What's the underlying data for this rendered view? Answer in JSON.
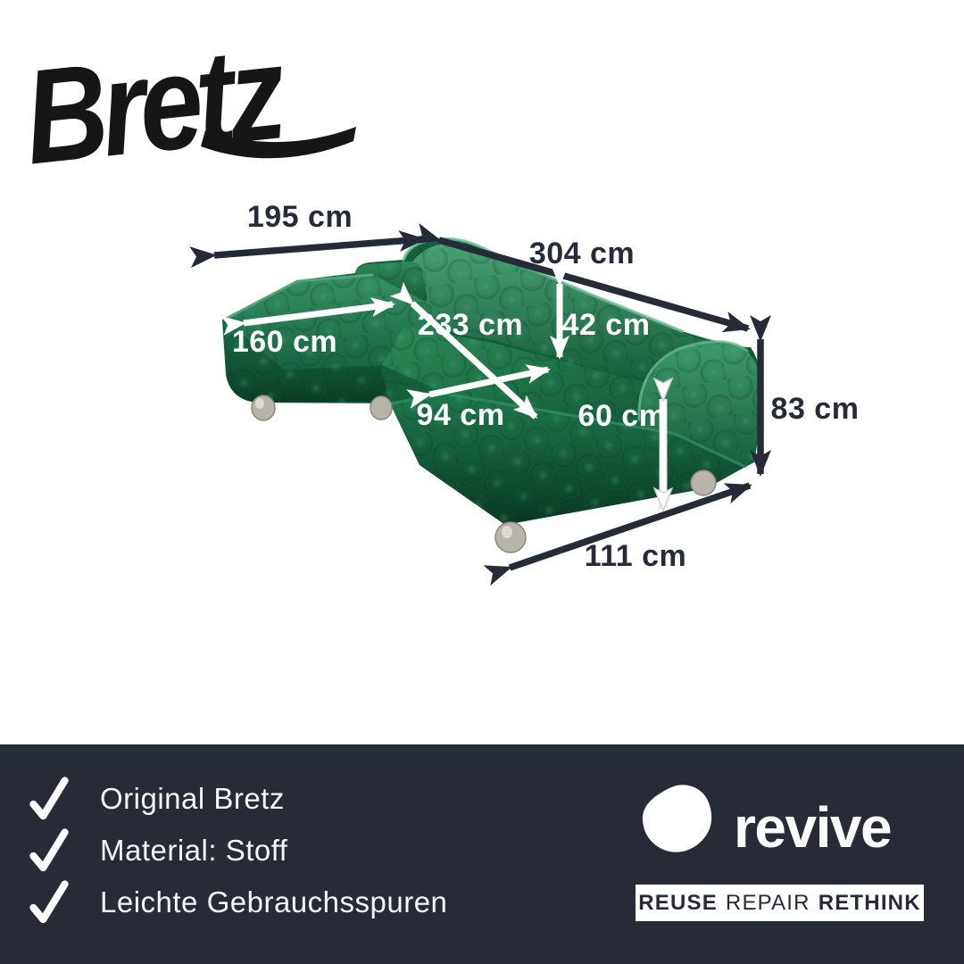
{
  "brand": {
    "name": "Bretz"
  },
  "dimensions": {
    "chaise_width": "195 cm",
    "total_width": "304 cm",
    "chaise_length": "160 cm",
    "inner_diagonal": "233 cm",
    "backrest_height": "42 cm",
    "seat_depth": "94 cm",
    "seat_height": "60 cm",
    "total_height": "83 cm",
    "front_depth": "111 cm"
  },
  "features": {
    "items": [
      "Original Bretz",
      "Material: Stoff",
      "Leichte Gebrauchsspuren"
    ]
  },
  "footer": {
    "brand": "revive",
    "tagline_reuse": "REUSE",
    "tagline_repair": "REPAIR",
    "tagline_rethink": "RETHINK"
  },
  "colors": {
    "footer_background": "#272b36",
    "dark_arrow": "#262b38",
    "light_arrow": "#ffffff",
    "sofa_green_light": "#46a176",
    "sofa_green_mid": "#1d7a4c",
    "sofa_green_dark": "#0d4229",
    "feet_silver": "#b8b3ab"
  }
}
